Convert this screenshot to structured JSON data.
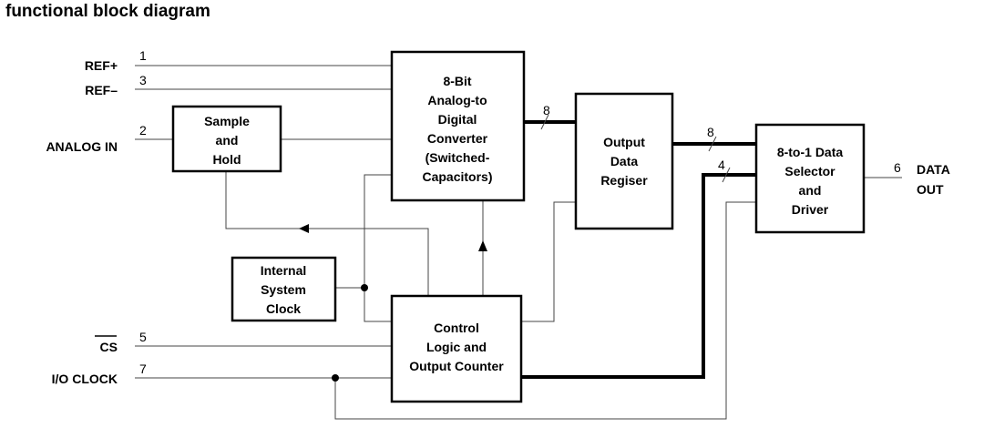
{
  "title": "functional block diagram",
  "signals": {
    "ref_plus": {
      "label": "REF+",
      "pin": "1"
    },
    "ref_minus": {
      "label": "REF–",
      "pin": "3"
    },
    "analog_in": {
      "label": "ANALOG IN",
      "pin": "2"
    },
    "cs": {
      "label": "CS",
      "pin": "5"
    },
    "io_clock": {
      "label": "I/O CLOCK",
      "pin": "7"
    },
    "data_out": {
      "label_lines": [
        "DATA",
        "OUT"
      ],
      "pin": "6"
    }
  },
  "blocks": {
    "adc": {
      "lines": [
        "8-Bit",
        "Analog-to",
        "Digital",
        "Converter",
        "(Switched-",
        "Capacitors)"
      ]
    },
    "sample_hold": {
      "lines": [
        "Sample",
        "and",
        "Hold"
      ]
    },
    "output_register": {
      "lines": [
        "Output",
        "Data",
        "Regiser"
      ]
    },
    "data_selector": {
      "lines": [
        "8-to-1 Data",
        "Selector",
        "and",
        "Driver"
      ]
    },
    "clock": {
      "lines": [
        "Internal",
        "System",
        "Clock"
      ]
    },
    "control": {
      "lines": [
        "Control",
        "Logic and",
        "Output Counter"
      ]
    }
  },
  "buses": {
    "adc_to_register": "8",
    "register_to_selector": "8",
    "control_to_selector": "4"
  }
}
